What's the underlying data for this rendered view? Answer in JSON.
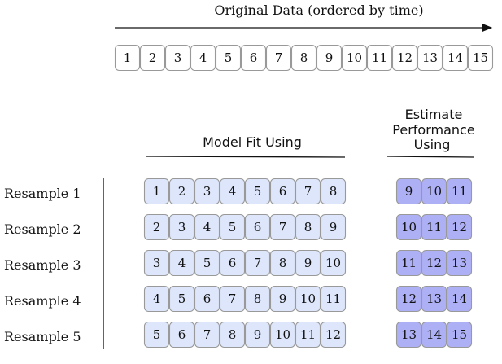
{
  "title": "Original Data (ordered by time)",
  "original_data": [
    1,
    2,
    3,
    4,
    5,
    6,
    7,
    8,
    9,
    10,
    11,
    12,
    13,
    14,
    15
  ],
  "fit_header": "Model Fit Using",
  "estimate_header": [
    "Estimate",
    "Performance",
    "Using"
  ],
  "resamples": [
    {
      "label": "Resample 1",
      "fit": [
        1,
        2,
        3,
        4,
        5,
        6,
        7,
        8
      ],
      "assess": [
        9,
        10,
        11
      ]
    },
    {
      "label": "Resample 2",
      "fit": [
        2,
        3,
        4,
        5,
        6,
        7,
        8,
        9
      ],
      "assess": [
        10,
        11,
        12
      ]
    },
    {
      "label": "Resample 3",
      "fit": [
        3,
        4,
        5,
        6,
        7,
        8,
        9,
        10
      ],
      "assess": [
        11,
        12,
        13
      ]
    },
    {
      "label": "Resample 4",
      "fit": [
        4,
        5,
        6,
        7,
        8,
        9,
        10,
        11
      ],
      "assess": [
        12,
        13,
        14
      ]
    },
    {
      "label": "Resample 5",
      "fit": [
        5,
        6,
        7,
        8,
        9,
        10,
        11,
        12
      ],
      "assess": [
        13,
        14,
        15
      ]
    }
  ],
  "colors": {
    "original_fill": "#ffffff",
    "fit_fill": "#dde6fb",
    "assess_fill": "#aeb0f6",
    "box_stroke": "#999999",
    "text": "#111111"
  }
}
